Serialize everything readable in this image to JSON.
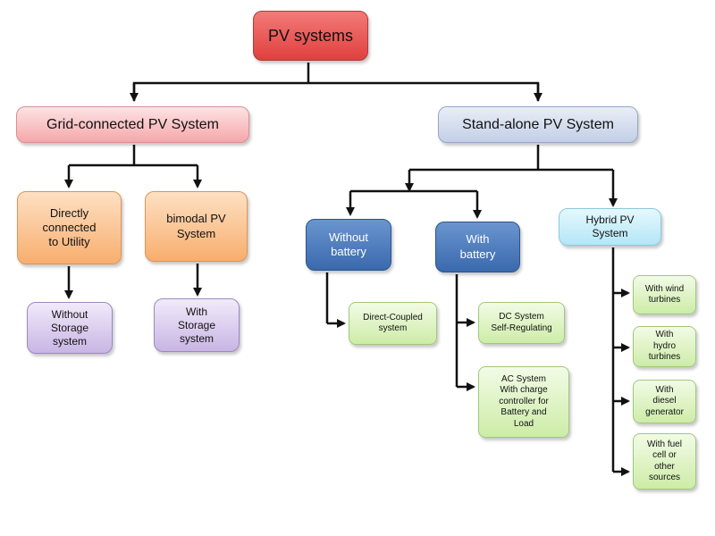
{
  "diagram": {
    "root": "PV systems",
    "grid": {
      "title": "Grid-connected PV System",
      "direct": "Directly\nconnected\nto Utility",
      "bimodal": "bimodal PV\nSystem",
      "without_storage": "Without\nStorage\nsystem",
      "with_storage": "With\nStorage\nsystem"
    },
    "standalone": {
      "title": "Stand-alone PV System",
      "without_battery": "Without\nbattery",
      "with_battery": "With\nbattery",
      "hybrid": "Hybrid  PV\nSystem",
      "direct_coupled": "Direct-Coupled\nsystem",
      "dc_system": "DC System\nSelf-Regulating",
      "ac_system": "AC System\nWith charge\ncontroller for\nBattery and\nLoad",
      "wind": "With wind\nturbines",
      "hydro": "With\nhydro\nturbines",
      "diesel": "With\ndiesel\ngenerator",
      "fuel": "With fuel\ncell or\nother\nsources"
    }
  },
  "colors": {
    "connector": "#111111",
    "root": "#e0403e",
    "grid_level": "#f5a7aa",
    "standalone_level": "#c3cfe6",
    "grid_children": "#f8ae6e",
    "grid_leaves": "#c8b5e4",
    "battery_nodes": "#3a69ad",
    "hybrid_node": "#b4e6f7",
    "standalone_leaves": "#cdeca7"
  }
}
